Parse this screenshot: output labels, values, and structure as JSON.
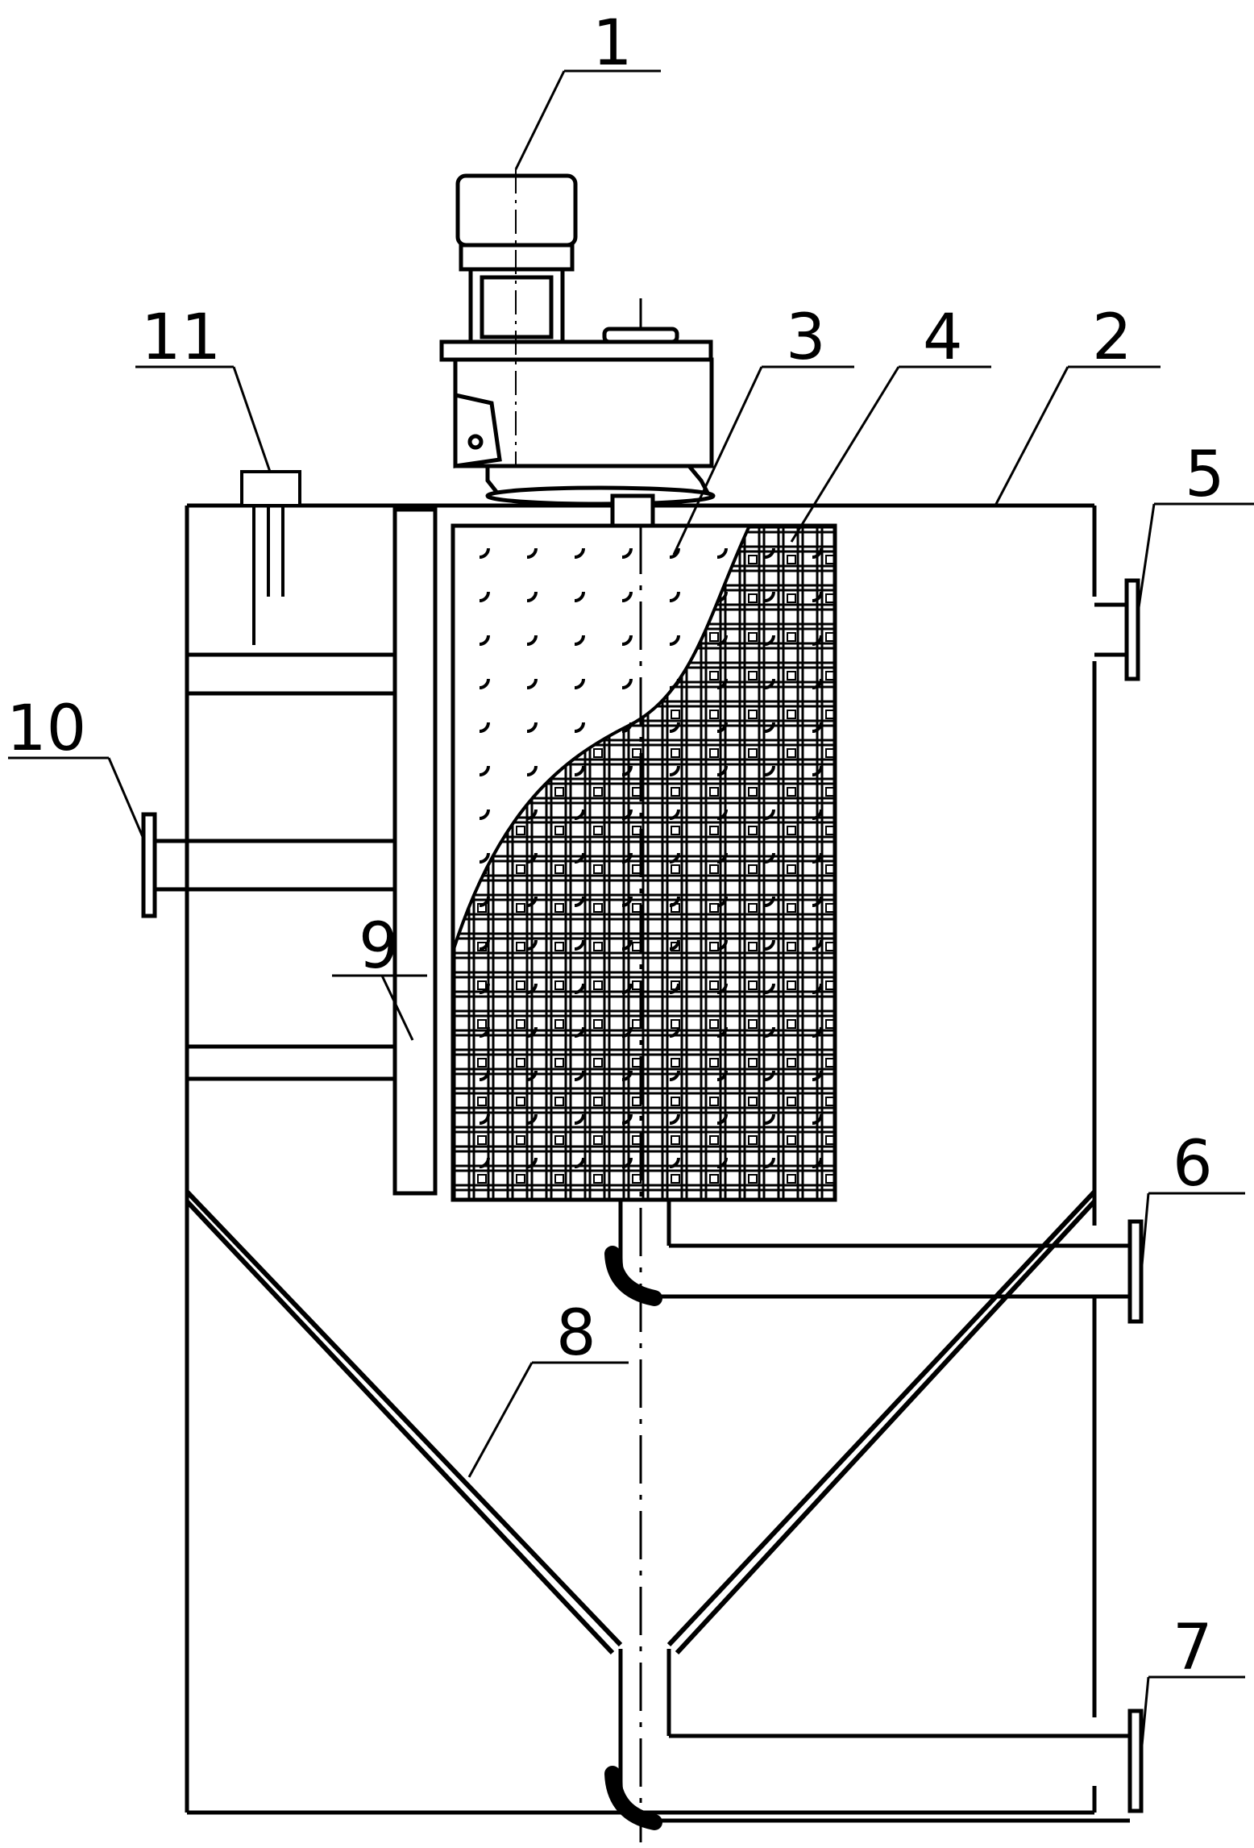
{
  "labels": {
    "motor": "1",
    "tank": "2",
    "drum": "3",
    "mesh": "4",
    "outlet_top": "5",
    "outlet_mid": "6",
    "outlet_bottom": "7",
    "cone": "8",
    "baffle": "9",
    "inlet": "10",
    "level_sensor": "11"
  },
  "colors": {
    "line": "#000000",
    "background": "#ffffff"
  }
}
